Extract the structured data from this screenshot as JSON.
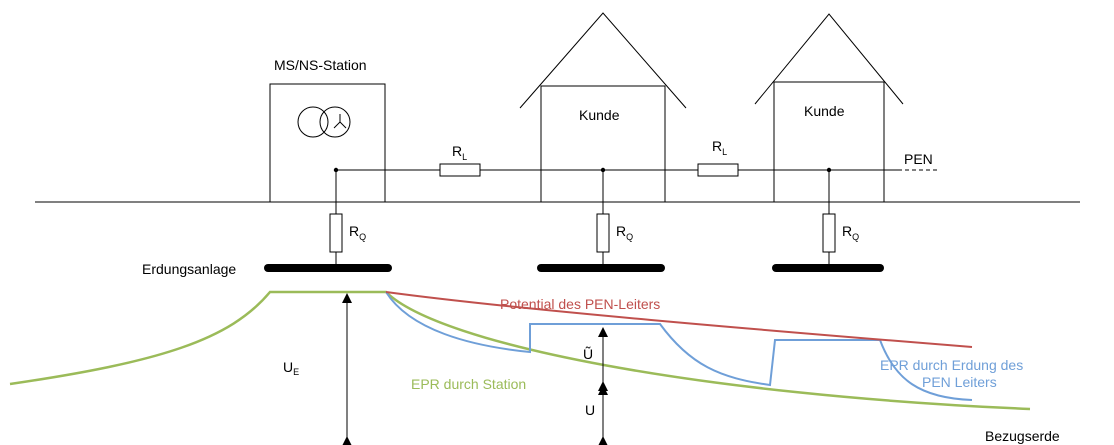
{
  "labels": {
    "station": "MS/NS-Station",
    "kunde_1": "Kunde",
    "kunde_2": "Kunde",
    "pen": "PEN",
    "erdungsanlage": "Erdungsanlage",
    "ue_main": "U",
    "ue_sub": "E",
    "u_tilde": "Ũ",
    "u": "U",
    "bezugserde": "Bezugserde",
    "rl_1_main": "R",
    "rl_1_sub": "L",
    "rl_2_main": "R",
    "rl_2_sub": "L",
    "rq_1_main": "R",
    "rq_1_sub": "Q",
    "rq_2_main": "R",
    "rq_2_sub": "Q",
    "rq_3_main": "R",
    "rq_3_sub": "Q",
    "pen_potential": "Potential des PEN-Leiters",
    "epr_station": "EPR durch Station",
    "epr_pen_line1": "EPR durch Erdung des",
    "epr_pen_line2": "PEN Leiters"
  },
  "colors": {
    "line": "#000000",
    "pen_potential": "#c0504d",
    "epr_station": "#9bbb59",
    "epr_pen": "#6f9fd8"
  }
}
